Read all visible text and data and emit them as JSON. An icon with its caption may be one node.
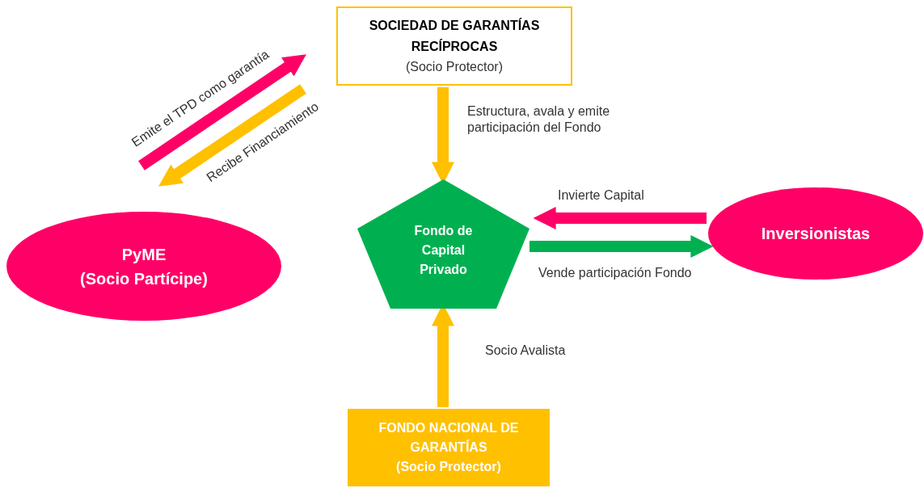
{
  "diagram": {
    "nodes": [
      {
        "text": [
          "SOCIEDAD DE GARANTÍAS RECÍPROCAS",
          "(Socio Protector)"
        ]
      },
      {
        "text": [
          "PyME",
          "(Socio Partícipe)"
        ]
      },
      {
        "text": [
          "Fondo de Capital Privado"
        ]
      },
      {
        "text": [
          "Inversionistas"
        ]
      },
      {
        "text": [
          "FONDO NACIONAL DE GARANTÍAS",
          "(Socio Protector)"
        ]
      }
    ],
    "edges": [
      {
        "from": 1,
        "to": 0,
        "arrow": "to",
        "label": "Emite el TPD como garantía",
        "color": "#ff0066"
      },
      {
        "from": 0,
        "to": 1,
        "arrow": "to",
        "label": "Recibe Financiamiento"
      },
      {
        "from": 0,
        "to": 2,
        "arrow": "to",
        "label": "Estructura, avala y emite participación del Fondo"
      },
      {
        "from": 3,
        "to": 2,
        "arrow": "to",
        "label": "Invierte Capital",
        "color": "#ff0066"
      },
      {
        "from": 2,
        "to": 3,
        "arrow": "to",
        "label": "Vende participación Fondo",
        "color": "#00b050"
      },
      {
        "from": 4,
        "to": 2,
        "arrow": "to",
        "label": "Socio Avalista"
      }
    ]
  }
}
